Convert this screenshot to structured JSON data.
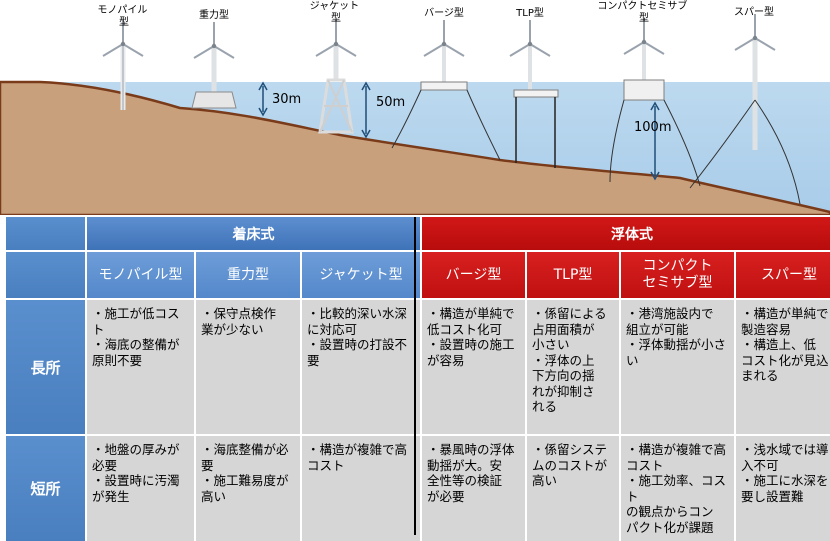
{
  "diagram": {
    "turbine_labels": [
      "モノパイル\n型",
      "重力型",
      "ジャケット\n型",
      "バージ型",
      "TLP型",
      "コンパクトセミサブ\n型",
      "スパー型"
    ],
    "depth_labels": {
      "d30": "30m",
      "d50": "50m",
      "d100": "100m"
    }
  },
  "table": {
    "groups": {
      "fixed": "着床式",
      "floating": "浮体式"
    },
    "columns": [
      "モノパイル型",
      "重力型",
      "ジャケット型",
      "バージ型",
      "TLP型",
      "コンパクト\nセミサブ型",
      "スパー型"
    ],
    "rows": [
      {
        "label": "長所",
        "cells": [
          "・施工が低コスト\n・海底の整備が\n原則不要",
          "・保守点検作\n業が少ない",
          "・比較的深い水深\nに対応可\n・設置時の打設不\n要",
          "・構造が単純で\n低コスト化可\n・設置時の施工\nが容易",
          "・係留による\n占用面積が\n小さい\n・浮体の上\n下方向の揺\nれが抑制さ\nれる",
          "・港湾施設内で\n組立が可能\n・浮体動揺が小さ\nい",
          "・構造が単純で\n製造容易\n・構造上、低\nコスト化が見込\nまれる"
        ]
      },
      {
        "label": "短所",
        "cells": [
          "・地盤の厚みが\n必要\n・設置時に汚濁\nが発生",
          "・海底整備が必\n要\n・施工難易度が\n高い",
          "・構造が複雑で高\nコスト",
          "・暴風時の浮体\n動揺が大。安\n全性等の検証\nが必要",
          "・係留システ\nムのコストが\n高い",
          "・構造が複雑で高\nコスト\n・施工効率、コスト\nの観点からコン\nパクト化が課題",
          "・浅水域では導\n入不可\n・施工に水深を\n要し設置難"
        ]
      }
    ]
  }
}
